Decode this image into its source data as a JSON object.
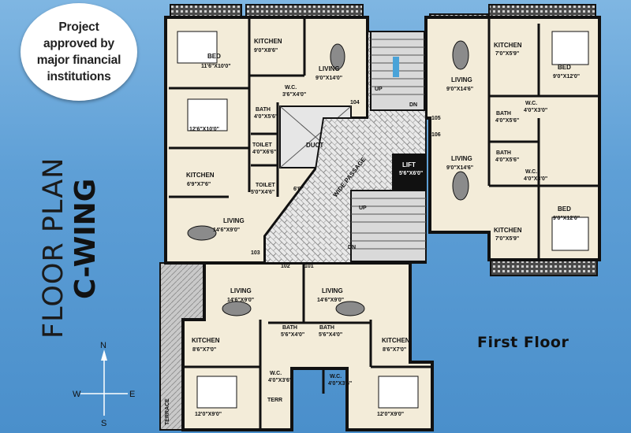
{
  "badge": {
    "line1": "Project",
    "line2": "approved by",
    "line3": "major financial",
    "line4": "institutions"
  },
  "title": {
    "plan": "FLOOR PLAN",
    "wing": "C-WING"
  },
  "floor_label": "First Floor",
  "compass": {
    "n": "N",
    "s": "S",
    "e": "E",
    "w": "W"
  },
  "rooms": {
    "bed_tl": {
      "name": "BED",
      "dim": "11'6\"X10'0\""
    },
    "bed_tl2": {
      "dim": "12'6\"X10'0\""
    },
    "kitchen_tl": {
      "name": "KITCHEN",
      "dim": "9'0\"X8'6\""
    },
    "living_tl": {
      "name": "LIVING",
      "dim": "9'0\"X14'0\""
    },
    "wc_tl": {
      "name": "W.C.",
      "dim": "3'6\"X4'0\""
    },
    "bath_tl": {
      "name": "BATH",
      "dim": "4'0\"X5'6\""
    },
    "duct": "DUCT",
    "toilet_a": {
      "name": "TOILET",
      "dim": "4'0\"X6'6\""
    },
    "toilet_b": {
      "name": "TOILET",
      "dim": "5'0\"X4'6\""
    },
    "kitchen_ml": {
      "name": "KITCHEN",
      "dim": "6'9\"X7'6\""
    },
    "living_ml": {
      "name": "LIVING",
      "dim": "14'6\"X9'0\""
    },
    "living_tr": {
      "name": "LIVING",
      "dim": "9'0\"X14'6\""
    },
    "kitchen_tr": {
      "name": "KITCHEN",
      "dim": "7'0\"X5'9\""
    },
    "bed_tr": {
      "name": "BED",
      "dim": "9'0\"X12'0\""
    },
    "bath_tr": {
      "name": "BATH",
      "dim": "4'0\"X5'6\""
    },
    "wc_tr": {
      "name": "W.C.",
      "dim": "4'0\"X3'0\""
    },
    "bath_mr": {
      "name": "BATH",
      "dim": "4'0\"X5'6\""
    },
    "wc_mr": {
      "name": "W.C.",
      "dim": "4'0\"X3'0\""
    },
    "living_mr": {
      "name": "LIVING",
      "dim": "9'0\"X14'6\""
    },
    "kitchen_mr": {
      "name": "KITCHEN",
      "dim": "7'0\"X5'9\""
    },
    "bed_mr": {
      "name": "BED",
      "dim": "9'0\"X12'0\""
    },
    "lift": {
      "name": "LIFT",
      "dim": "5'6\"X6'0\""
    },
    "passage": "WIDE PASSAGE",
    "passage_w": "6'0\"",
    "living_bl": {
      "name": "LIVING",
      "dim": "14'6\"X9'0\""
    },
    "living_br": {
      "name": "LIVING",
      "dim": "14'6\"X9'0\""
    },
    "bath_bl": {
      "name": "BATH",
      "dim": "5'6\"X4'0\""
    },
    "bath_br": {
      "name": "BATH",
      "dim": "5'6\"X4'0\""
    },
    "kitchen_bl": {
      "name": "KITCHEN",
      "dim": "8'6\"X7'0\""
    },
    "kitchen_br": {
      "name": "KITCHEN",
      "dim": "8'6\"X7'0\""
    },
    "wc_bl": {
      "name": "W.C.",
      "dim": "4'0\"X3'6\""
    },
    "wc_br": {
      "name": "W.C.",
      "dim": "4'0\"X3'6\""
    },
    "bed_bl": {
      "dim": "12'0\"X9'0\""
    },
    "bed_br": {
      "dim": "12'0\"X9'0\""
    },
    "terrace": "TERRACE",
    "terr": "TERR"
  },
  "units": [
    "101",
    "102",
    "103",
    "104",
    "105",
    "106"
  ],
  "stairs": {
    "up": "UP",
    "dn": "DN"
  }
}
